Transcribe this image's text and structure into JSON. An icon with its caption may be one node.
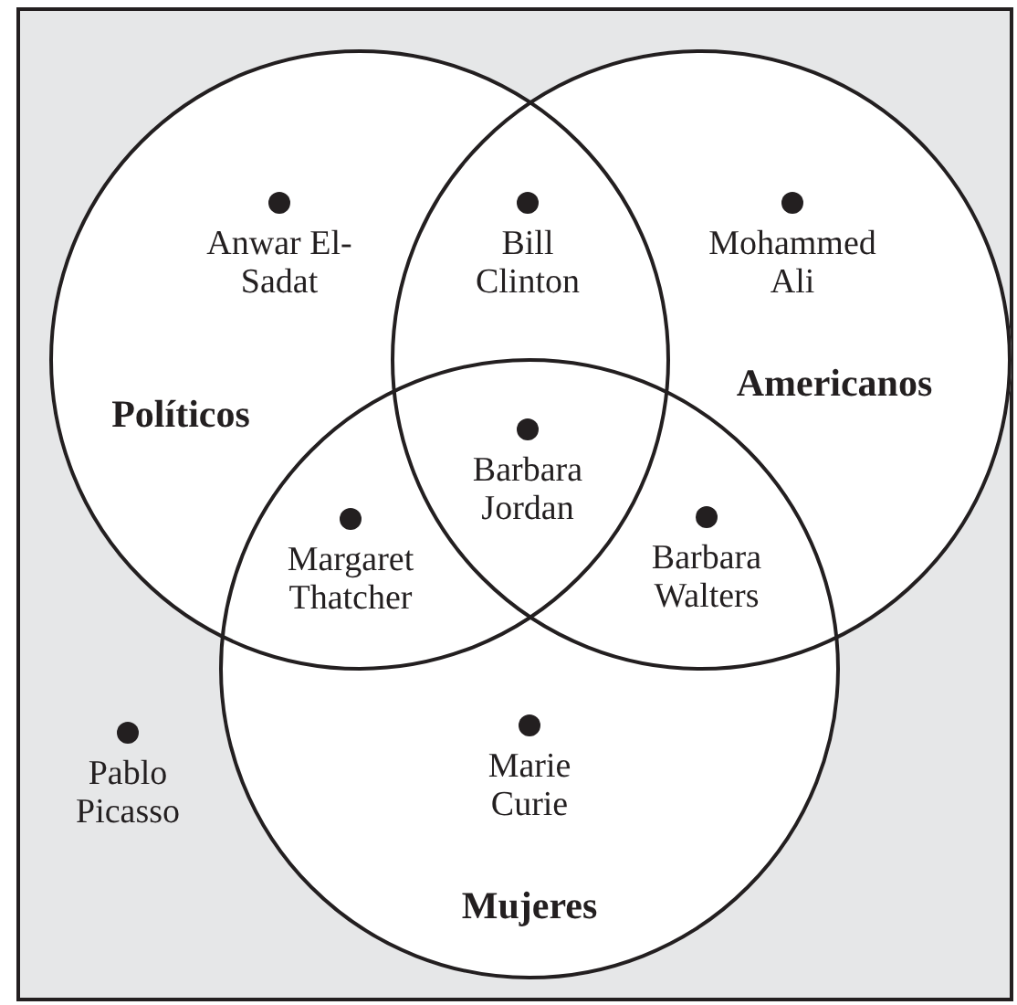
{
  "diagram": {
    "nodes": [
      {
        "text": [
          "Políticos"
        ]
      },
      {
        "text": [
          "Americanos"
        ]
      },
      {
        "text": [
          "Mujeres"
        ]
      }
    ],
    "labels": [
      "Anwar El-Sadat",
      "Bill Clinton",
      "Mohammed Ali",
      "Barbara Jordan",
      "Margaret Thatcher",
      "Barbara Walters",
      "Pablo Picasso",
      "Marie Curie"
    ]
  }
}
